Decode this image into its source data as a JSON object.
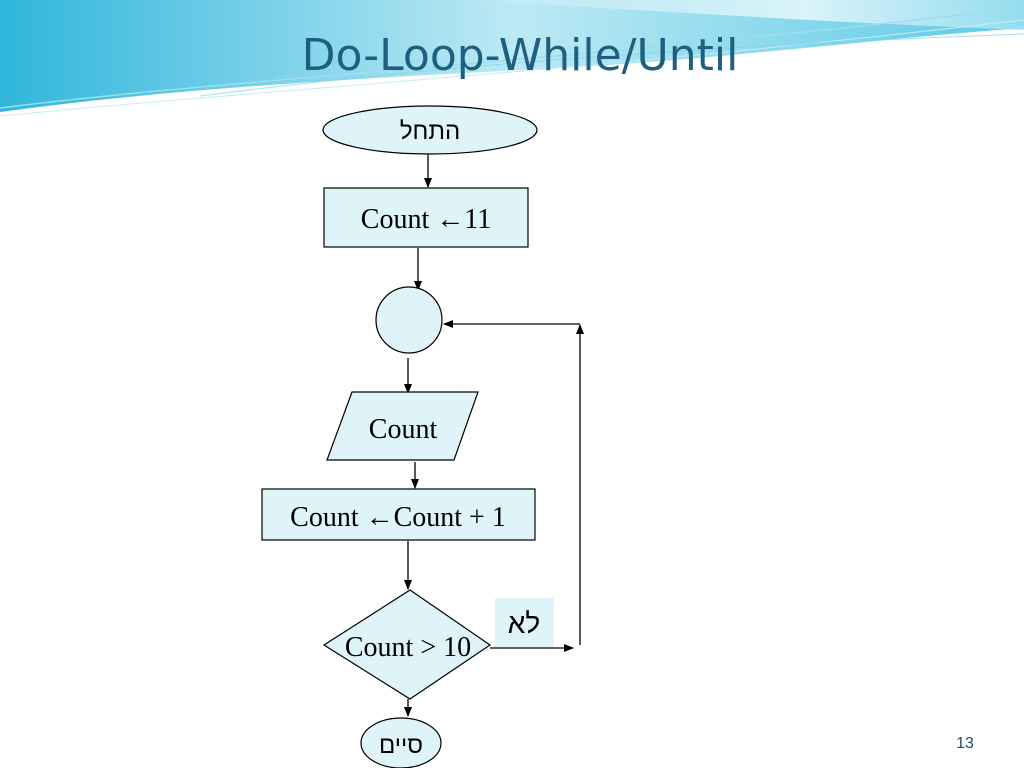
{
  "slide": {
    "title": "Do-Loop-While/Until",
    "number": "13"
  },
  "flowchart": {
    "start": "התחל",
    "init": "Count ←11",
    "input": "Count",
    "increment": "Count ←Count + 1",
    "condition": "Count > 10",
    "no_label": "לא",
    "end": "סיים"
  },
  "colors": {
    "shape_fill": "#dff4f8",
    "title": "#1e5f7f",
    "header_wave": "#4bc3e0"
  }
}
